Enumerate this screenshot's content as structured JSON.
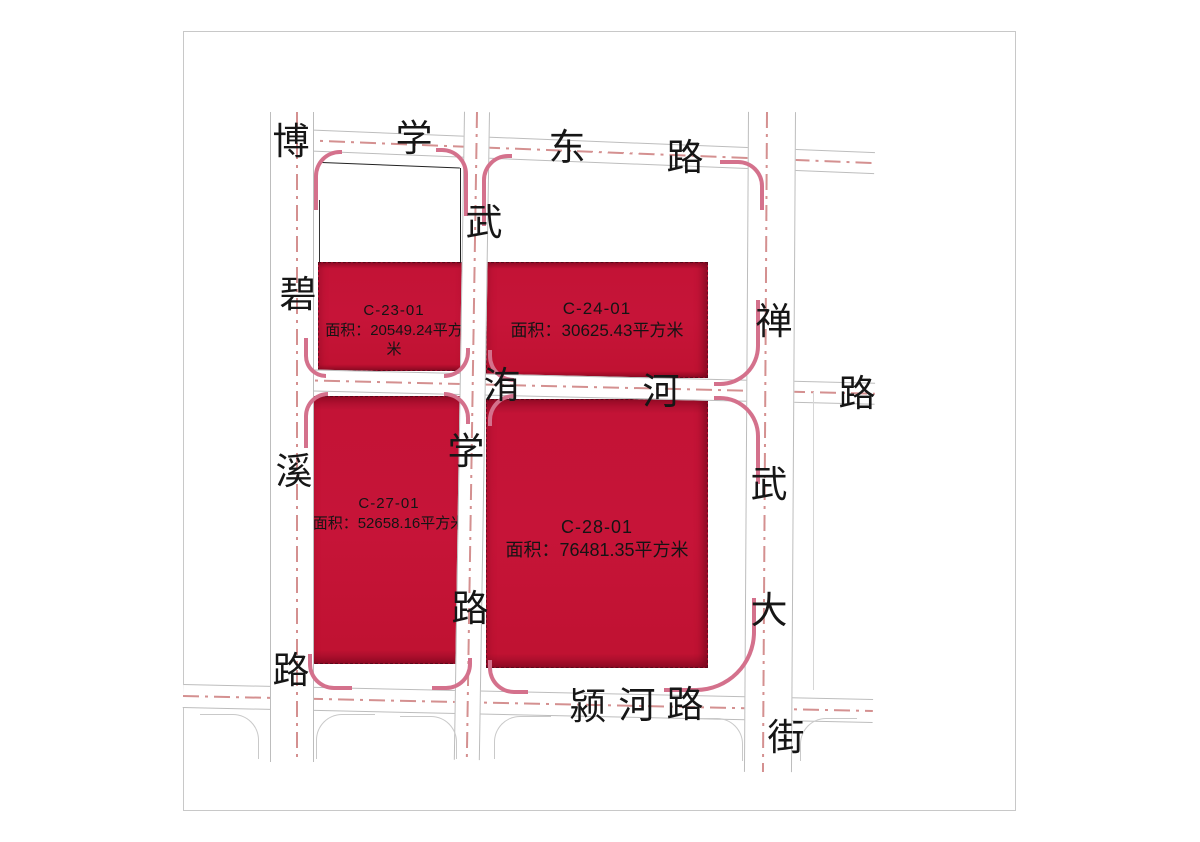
{
  "parcels": {
    "c23": {
      "code": "C-23-01",
      "area": "面积：20549.24平方米"
    },
    "c24": {
      "code": "C-24-01",
      "area": "面积：30625.43平方米"
    },
    "c27": {
      "code": "C-27-01",
      "area": "面积：52658.16平方米"
    },
    "c28": {
      "code": "C-28-01",
      "area": "面积：76481.35平方米"
    }
  },
  "roads": {
    "boxue_east": {
      "name": "博学东路",
      "chars": [
        "博",
        "学",
        "东",
        "路"
      ]
    },
    "bixi": {
      "name": "碧溪路",
      "chars": [
        "碧",
        "溪",
        "路"
      ]
    },
    "wuxue": {
      "name": "武学路",
      "chars": [
        "武",
        "学",
        "路"
      ]
    },
    "weihe": {
      "name": "洧河路",
      "chars": [
        "洧",
        "河",
        "路"
      ]
    },
    "chanwu": {
      "name": "禅武大街",
      "chars": [
        "禅",
        "武",
        "大",
        "街"
      ]
    },
    "yinghe": {
      "name": "颍河路",
      "chars": [
        "颍",
        "河",
        "路"
      ]
    }
  },
  "colors": {
    "parcel_fill": "#c31336",
    "parcel_edge_dark": "#8e0c26",
    "corner_marker_pink": "#d4718c",
    "road_edge_gray": "#bdbdbd",
    "road_centerline_pink": "#d49090",
    "frame_gray": "#c8c8c8",
    "text_black": "#141414"
  }
}
